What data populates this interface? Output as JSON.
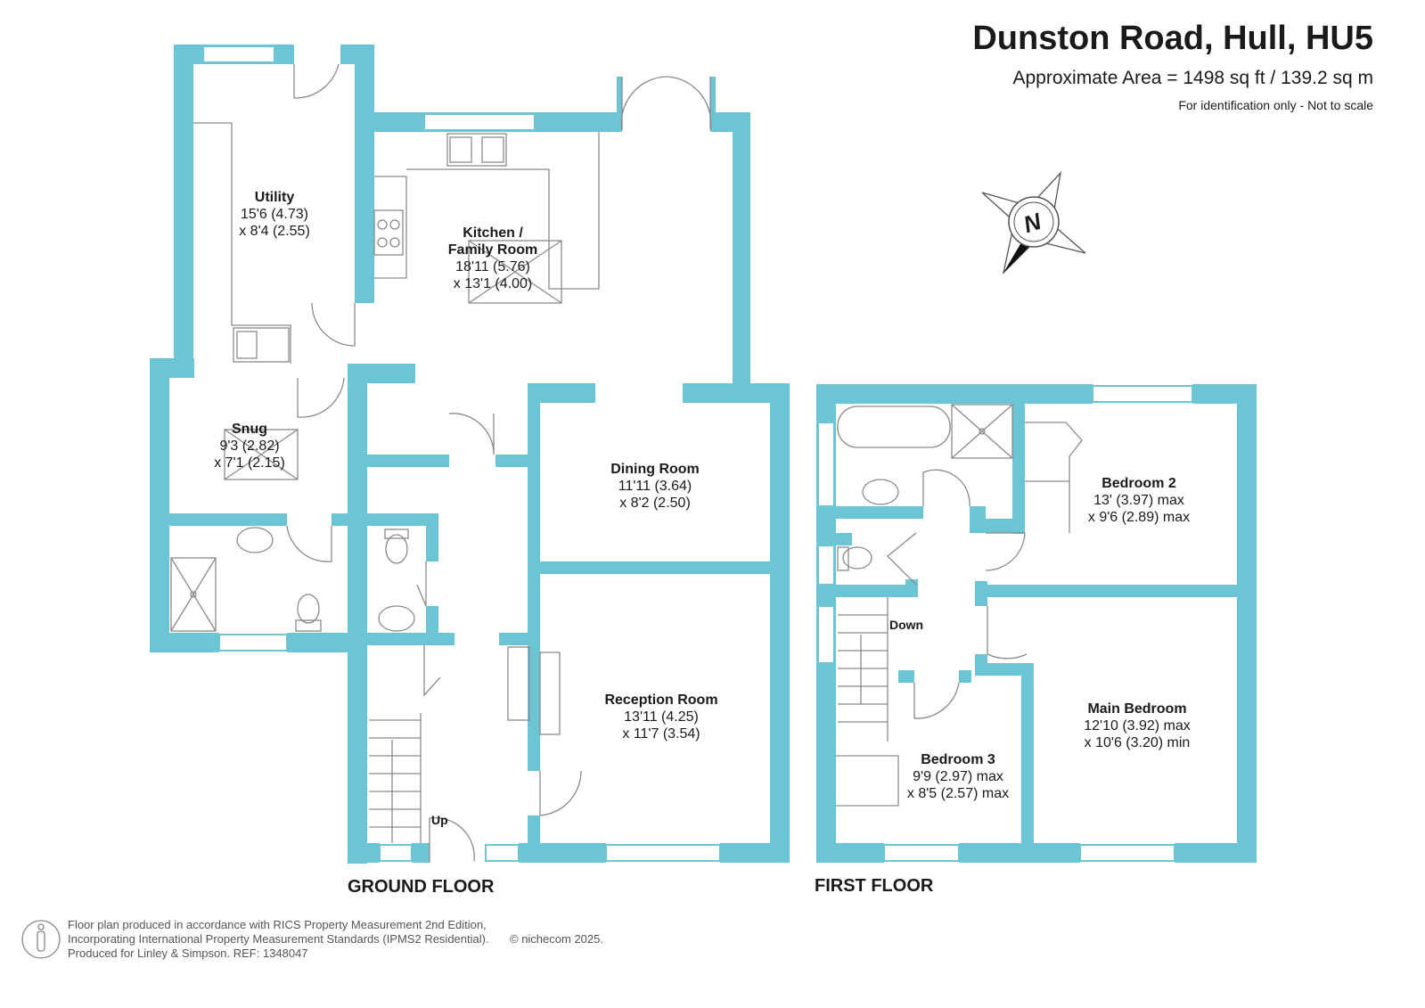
{
  "header": {
    "title": "Dunston Road, Hull, HU5",
    "area": "Approximate Area = 1498 sq ft / 139.2 sq m",
    "note": "For identification only - Not to scale"
  },
  "compass": {
    "label": "N",
    "icon": "north-arrow-icon"
  },
  "colors": {
    "wall": "#6cc5d4",
    "fixture": "#888888",
    "text": "#1a1a1a",
    "footer": "#555555"
  },
  "floors": {
    "ground": {
      "label": "GROUND FLOOR",
      "rooms": [
        {
          "name": "Utility",
          "dim1": "15'6 (4.73)",
          "dim2": "x 8'4 (2.55)"
        },
        {
          "name": "Kitchen /",
          "name2": "Family Room",
          "dim1": "18'11 (5.76)",
          "dim2": "x 13'1 (4.00)"
        },
        {
          "name": "Snug",
          "dim1": "9'3 (2.82)",
          "dim2": "x 7'1 (2.15)"
        },
        {
          "name": "Dining Room",
          "dim1": "11'11 (3.64)",
          "dim2": "x 8'2 (2.50)"
        },
        {
          "name": "Reception Room",
          "dim1": "13'11 (4.25)",
          "dim2": "x 11'7 (3.54)"
        }
      ],
      "stairs_label": "Up"
    },
    "first": {
      "label": "FIRST FLOOR",
      "rooms": [
        {
          "name": "Bedroom 2",
          "dim1": "13' (3.97) max",
          "dim2": "x 9'6 (2.89) max"
        },
        {
          "name": "Main Bedroom",
          "dim1": "12'10 (3.92) max",
          "dim2": "x 10'6 (3.20) min"
        },
        {
          "name": "Bedroom 3",
          "dim1": "9'9 (2.97) max",
          "dim2": "x 8'5 (2.57) max"
        }
      ],
      "stairs_label": "Down"
    }
  },
  "footer": {
    "line1": "Floor plan produced in accordance with RICS Property Measurement 2nd Edition,",
    "line2": "Incorporating International Property Measurement Standards (IPMS2 Residential).",
    "line3": "Produced for Linley & Simpson.   REF:  1348047",
    "copyright": "© nichecom 2025."
  }
}
